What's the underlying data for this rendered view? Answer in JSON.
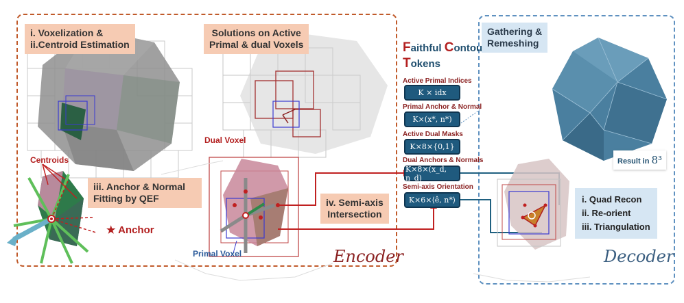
{
  "encoder": {
    "step1_line1": "i. Voxelization &",
    "step1_line2": "ii.Centroid Estimation",
    "step_solutions_line1": "Solutions on Active",
    "step_solutions_line2": "Primal & dual Voxels",
    "step3_line1": "iii. Anchor & Normal",
    "step3_line2": "Fitting by QEF",
    "step4_line1": "iv. Semi-axis",
    "step4_line2": "Intersection",
    "centroids_label": "Centroids",
    "anchor_label": "Anchor",
    "dual_voxel_label": "Dual Voxel",
    "primal_voxel_label": "Primal Voxel",
    "title": "Encoder"
  },
  "tokens": {
    "title_line1_first": "F",
    "title_line1_a": "aithful ",
    "title_line1_second": "C",
    "title_line1_b": "ontour",
    "title_line2_first": "T",
    "title_line2_b": "okens",
    "items": [
      {
        "label": "Active Primal Indices",
        "formula": "K × idx"
      },
      {
        "label": "Primal Anchor & Normal",
        "formula": "K×(x*, n*)"
      },
      {
        "label": "Active Dual Masks",
        "formula": "K×8×{0,1}"
      },
      {
        "label": "Dual Anchors & Normals",
        "formula": "K×8×(x_d, n_d)"
      },
      {
        "label": "Semi-axis Orientation",
        "formula": "K×6×⟨ê, n*⟩"
      }
    ]
  },
  "decoder": {
    "gather_line1": "Gathering &",
    "gather_line2": "Remeshing",
    "result_text": "Result in ",
    "result_value": "8³",
    "steps": [
      "i.  Quad Recon",
      "ii.  Re-orient",
      "iii. Triangulation"
    ],
    "title": "Decoder"
  },
  "colors": {
    "encoder_border": "#c05a2a",
    "decoder_border": "#5f91c0",
    "token_box": "#1f5a7e",
    "accent_red": "#b32020",
    "label_peach": "#f6cbb3",
    "label_blue": "#d6e6f3",
    "mesh_blue": "#4a7f9f"
  }
}
